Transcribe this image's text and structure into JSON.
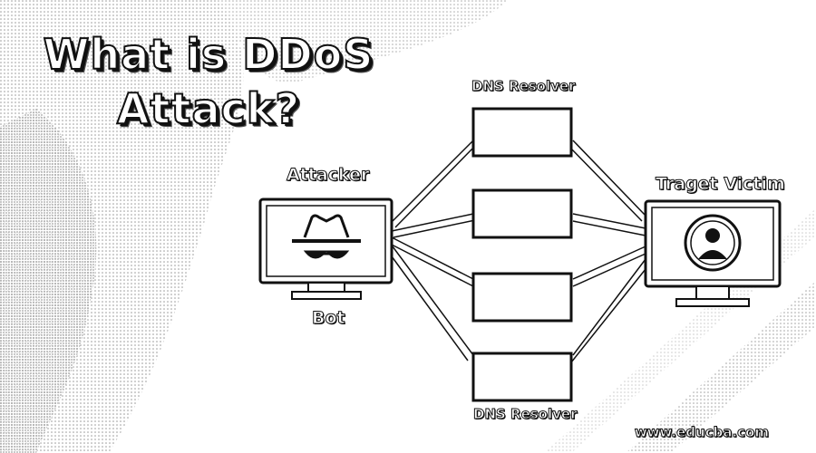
{
  "title": {
    "line1": "What is DDoS",
    "line2": "Attack?"
  },
  "labels": {
    "resolver_top": "DNS Resolver",
    "resolver_bottom": "DNS Resolver",
    "attacker": "Attacker",
    "bot": "Bot",
    "target": "Traget Victim"
  },
  "watermark": "www.educba.com",
  "icons": {
    "attacker": "spy-hat-glasses-icon",
    "victim": "user-avatar-icon"
  }
}
